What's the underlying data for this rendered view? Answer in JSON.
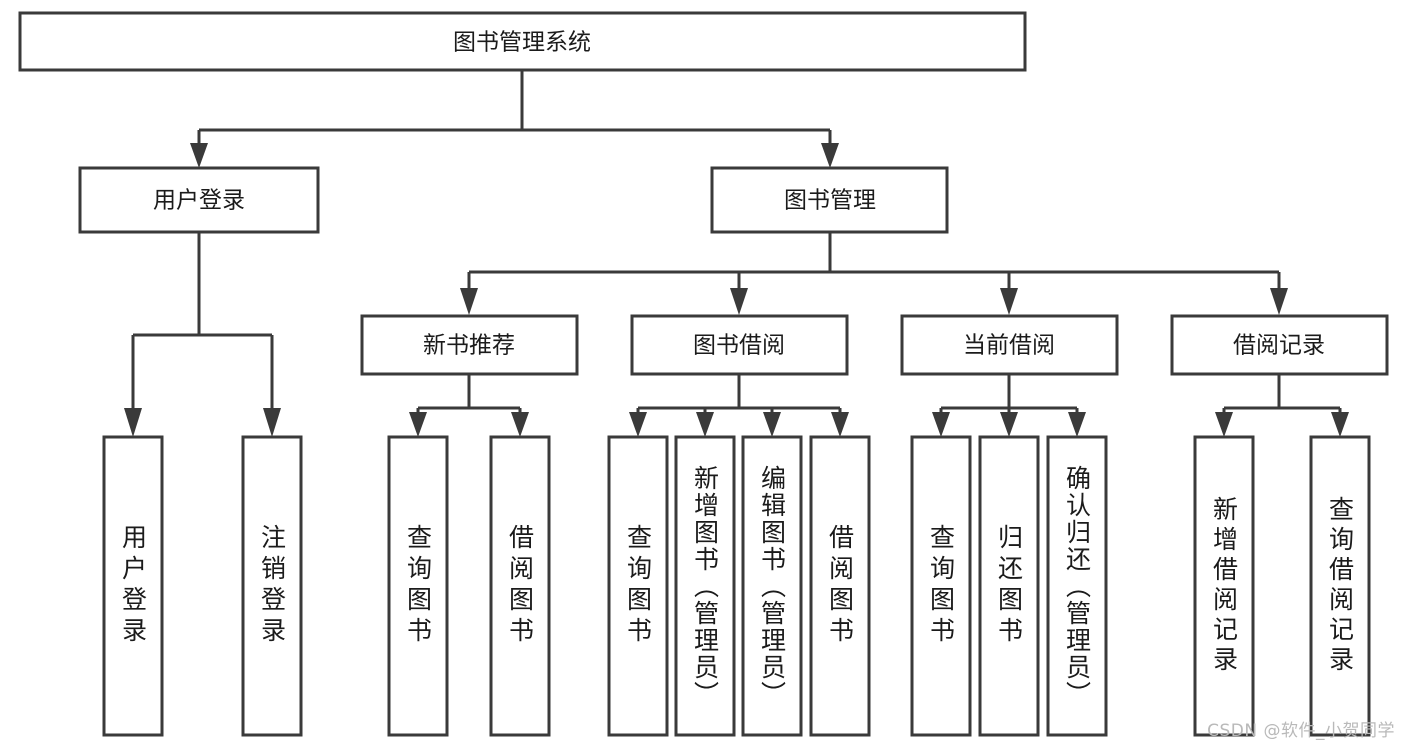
{
  "diagram": {
    "type": "tree",
    "title": "图书管理系统",
    "watermark": "CSDN @软件_小贺同学",
    "colors": {
      "stroke": "#3a3a3a",
      "fill": "#ffffff",
      "text": "#1b1b1b",
      "watermark": "#b9b9b9",
      "background": "#ffffff"
    },
    "levels": {
      "root": {
        "label": "图书管理系统"
      },
      "level2": [
        {
          "label": "用户登录"
        },
        {
          "label": "图书管理"
        }
      ],
      "level3": [
        {
          "label": "新书推荐"
        },
        {
          "label": "图书借阅"
        },
        {
          "label": "当前借阅"
        },
        {
          "label": "借阅记录"
        }
      ],
      "leaves": [
        {
          "label": "用户登录",
          "parent": "用户登录"
        },
        {
          "label": "注销登录",
          "parent": "用户登录"
        },
        {
          "label": "查询图书",
          "parent": "新书推荐"
        },
        {
          "label": "借阅图书",
          "parent": "新书推荐"
        },
        {
          "label": "查询图书",
          "parent": "图书借阅"
        },
        {
          "label": "新增图书（管理员）",
          "parent": "图书借阅"
        },
        {
          "label": "编辑图书（管理员）",
          "parent": "图书借阅"
        },
        {
          "label": "借阅图书",
          "parent": "图书借阅"
        },
        {
          "label": "查询图书",
          "parent": "当前借阅"
        },
        {
          "label": "归还图书",
          "parent": "当前借阅"
        },
        {
          "label": "确认归还（管理员）",
          "parent": "当前借阅"
        },
        {
          "label": "新增借阅记录",
          "parent": "借阅记录"
        },
        {
          "label": "查询借阅记录",
          "parent": "借阅记录"
        }
      ]
    }
  }
}
